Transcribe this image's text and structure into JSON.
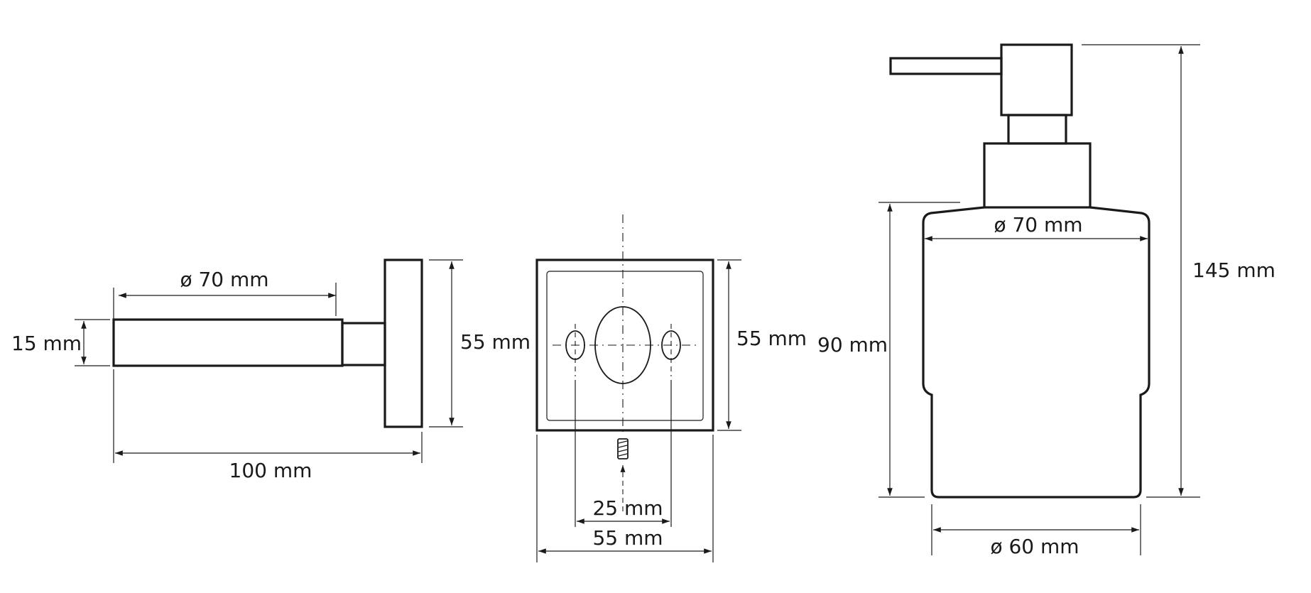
{
  "side_view": {
    "diameter_label": "ø 70 mm",
    "thickness_label": "15 mm",
    "height_label": "55 mm",
    "length_label": "100 mm"
  },
  "front_view": {
    "height_label": "55 mm",
    "hole_spacing_label": "25 mm",
    "width_label": "55 mm"
  },
  "dispenser_view": {
    "top_diameter_label": "ø 70 mm",
    "body_height_label": "90 mm",
    "total_height_label": "145 mm",
    "bottom_diameter_label": "ø 60 mm"
  }
}
